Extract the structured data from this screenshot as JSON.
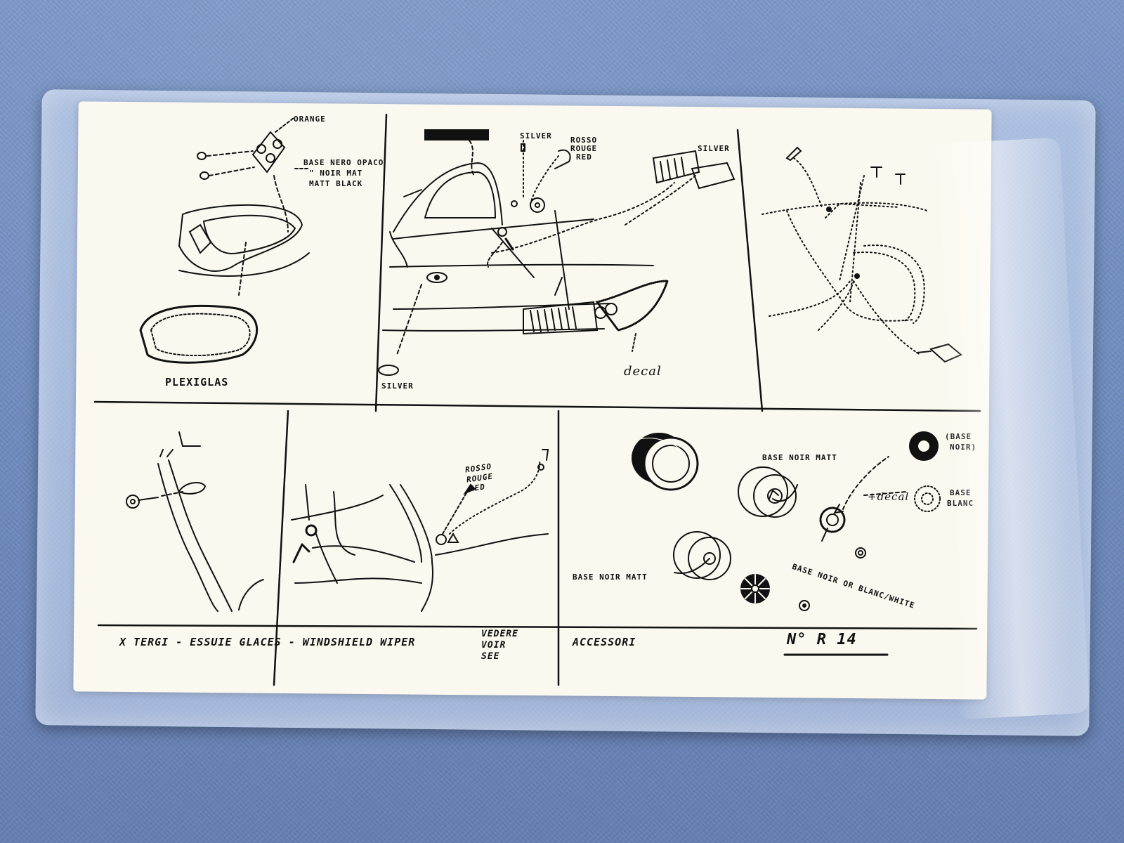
{
  "colors": {
    "carpet": "#7088bd",
    "paper": "#fbf8ef",
    "ink": "#111111",
    "bag": "#d6e2f5"
  },
  "panels": {
    "headlight": {
      "orange": "ORANGE",
      "base_lines": [
        "BASE NERO OPACO",
        "\"  NOIR MAT",
        "MATT BLACK"
      ],
      "plexiglas": "PLEXIGLAS"
    },
    "side": {
      "silver_top": "SILVER",
      "rosso_lines": [
        "ROSSO",
        "ROUGE",
        "RED"
      ],
      "silver_right": "SILVER",
      "silver_bottom": "SILVER",
      "decal": "decal"
    },
    "wheels": {
      "base_noir_matt_1": "BASE NOIR MATT",
      "base_noir_matt_2": "BASE NOIR MATT",
      "base_top_right": [
        "(BASE",
        "NOIR)"
      ],
      "base_blanc": [
        "BASE",
        "BLANC"
      ],
      "plus_decal": "+decal",
      "base_noir_or_blanc": "BASE NOIR OR BLANC/WHITE"
    },
    "interior": {
      "rosso_lines": [
        "ROSSO",
        "ROUGE",
        "RED"
      ]
    }
  },
  "footer": {
    "wiper": "X TERGI - ESSUIE GLACES - WINDSHIELD WIPER",
    "see_lines": [
      "VEDERE",
      "VOIR",
      "SEE"
    ],
    "accessori": "ACCESSORI",
    "number": "N° R 14"
  }
}
